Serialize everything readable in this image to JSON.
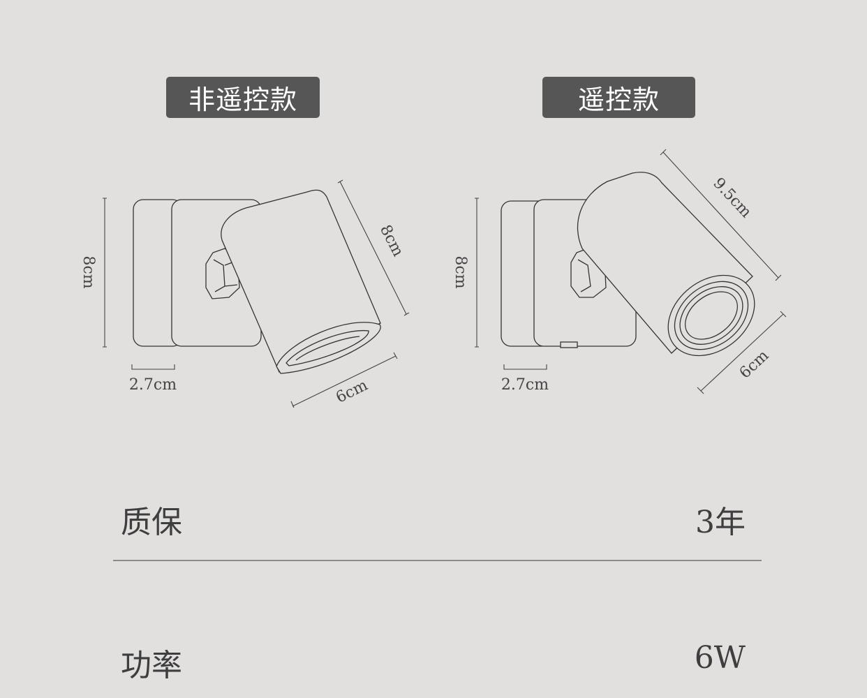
{
  "variants": {
    "non_remote": {
      "label": "非遥控款",
      "dims": {
        "height": "8cm",
        "base_depth": "2.7cm",
        "head_length": "8cm",
        "head_diameter": "6cm"
      }
    },
    "remote": {
      "label": "遥控款",
      "dims": {
        "height": "8cm",
        "base_depth": "2.7cm",
        "head_length": "9.5cm",
        "head_diameter": "6cm"
      }
    }
  },
  "specs": [
    {
      "label": "质保",
      "value": "3年"
    },
    {
      "label": "功率",
      "value": "6W"
    }
  ]
}
